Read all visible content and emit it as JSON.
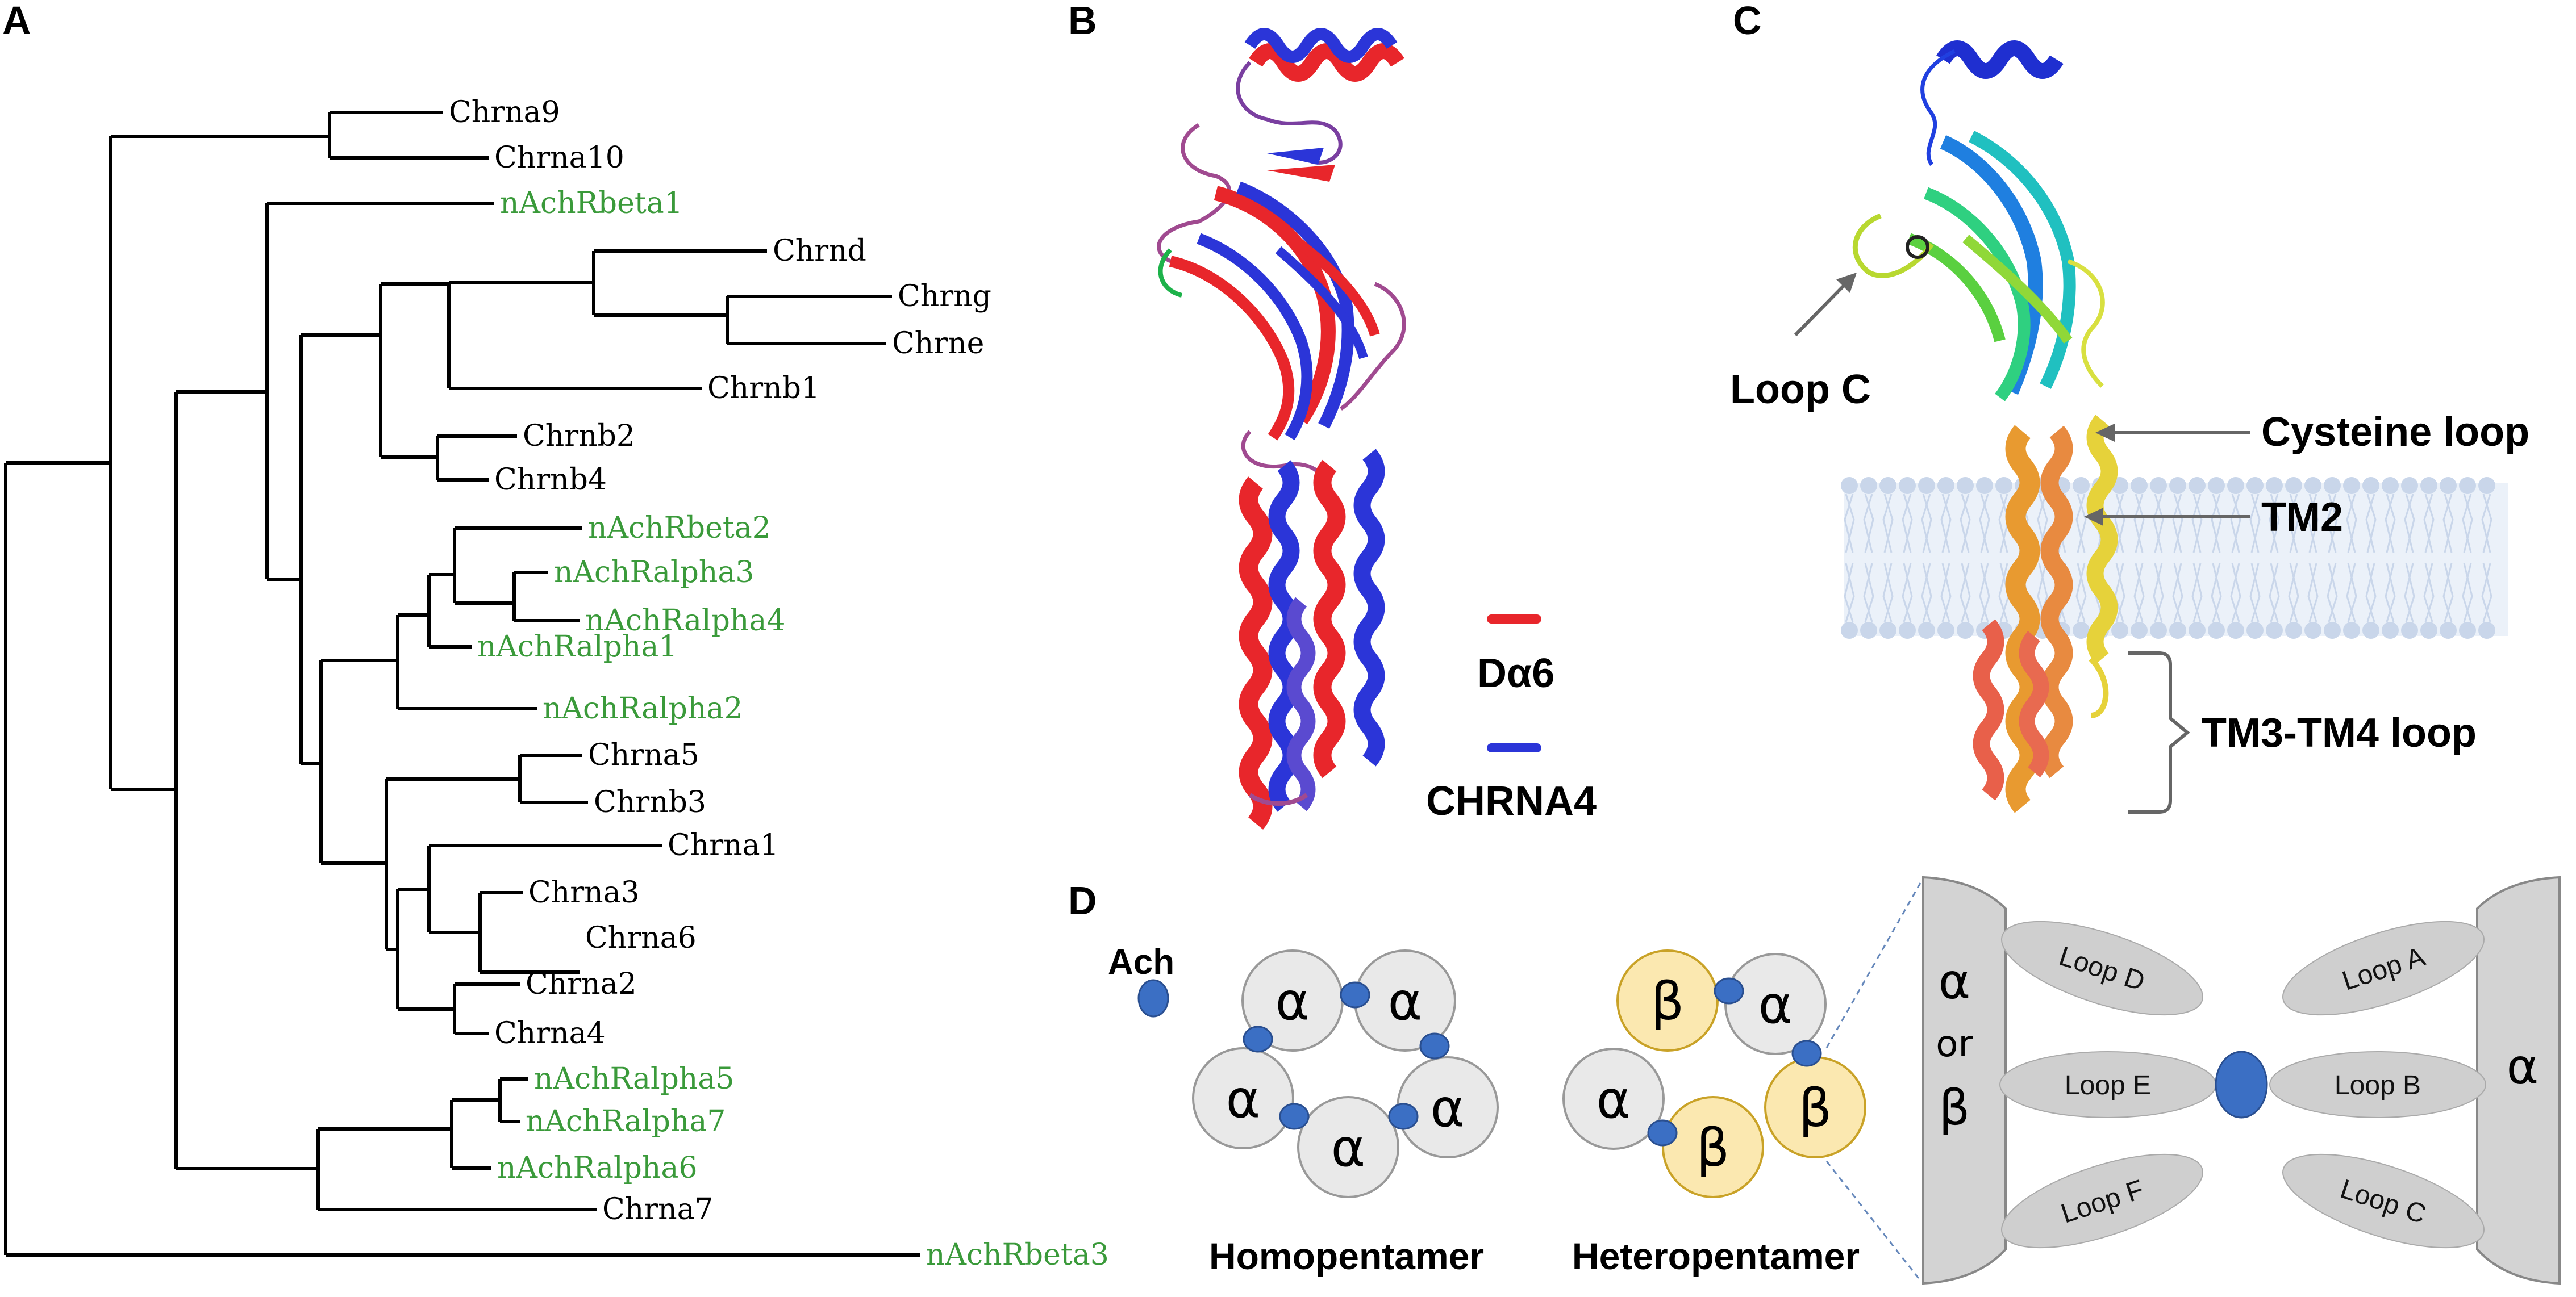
{
  "colors": {
    "branch": "#000000",
    "mammal_label": "#000000",
    "insect_label": "#3a9a3a",
    "d_alpha6": "#e8262b",
    "chrna4": "#2b35d8",
    "ach": "#3b6fc4",
    "alpha_fill": "#e9e9e9",
    "beta_fill": "#fbe8b0",
    "beta_stroke": "#c9a227",
    "loop_fill": "#cfcfcf",
    "membrane": "#c9d6ea"
  },
  "panels": {
    "a": "A",
    "b": "B",
    "c": "C",
    "d": "D"
  },
  "tree": {
    "leaves": [
      {
        "id": "chrna9",
        "label": "Chrna9",
        "group": "mammal"
      },
      {
        "id": "chrna10",
        "label": "Chrna10",
        "group": "mammal"
      },
      {
        "id": "nachrbeta1",
        "label": "nAchRbeta1",
        "group": "insect"
      },
      {
        "id": "chrnd",
        "label": "Chrnd",
        "group": "mammal"
      },
      {
        "id": "chrng",
        "label": "Chrng",
        "group": "mammal"
      },
      {
        "id": "chrne",
        "label": "Chrne",
        "group": "mammal"
      },
      {
        "id": "chrnb1",
        "label": "Chrnb1",
        "group": "mammal"
      },
      {
        "id": "chrnb2",
        "label": "Chrnb2",
        "group": "mammal"
      },
      {
        "id": "chrnb4",
        "label": "Chrnb4",
        "group": "mammal"
      },
      {
        "id": "nachrbeta2",
        "label": "nAchRbeta2",
        "group": "insect"
      },
      {
        "id": "nachralpha3",
        "label": "nAchRalpha3",
        "group": "insect"
      },
      {
        "id": "nachralpha4",
        "label": "nAchRalpha4",
        "group": "insect"
      },
      {
        "id": "nachralpha1",
        "label": "nAchRalpha1",
        "group": "insect"
      },
      {
        "id": "nachralpha2",
        "label": "nAchRalpha2",
        "group": "insect"
      },
      {
        "id": "chrna5",
        "label": "Chrna5",
        "group": "mammal"
      },
      {
        "id": "chrnb3",
        "label": "Chrnb3",
        "group": "mammal"
      },
      {
        "id": "chrna1",
        "label": "Chrna1",
        "group": "mammal"
      },
      {
        "id": "chrna3",
        "label": "Chrna3",
        "group": "mammal"
      },
      {
        "id": "chrna6",
        "label": "Chrna6",
        "group": "mammal"
      },
      {
        "id": "chrna2",
        "label": "Chrna2",
        "group": "mammal"
      },
      {
        "id": "chrna4",
        "label": "Chrna4",
        "group": "mammal"
      },
      {
        "id": "nachralpha5",
        "label": "nAchRalpha5",
        "group": "insect"
      },
      {
        "id": "nachralpha7",
        "label": "nAchRalpha7",
        "group": "insect"
      },
      {
        "id": "nachralpha6",
        "label": "nAchRalpha6",
        "group": "insect"
      },
      {
        "id": "chrna7",
        "label": "Chrna7",
        "group": "mammal"
      },
      {
        "id": "nachrbeta3",
        "label": "nAchRbeta3",
        "group": "insect"
      }
    ]
  },
  "structure_b": {
    "legend": [
      {
        "name": "dalpha6",
        "label": "Dα6"
      },
      {
        "name": "chrna4",
        "label": "CHRNA4"
      }
    ]
  },
  "structure_c": {
    "callouts": {
      "loop_c": "Loop C",
      "cysteine_loop": "Cysteine loop",
      "tm2": "TM2",
      "tm3_tm4_loop": "TM3-TM4 loop"
    }
  },
  "panel_d": {
    "ach_label": "Ach",
    "alpha": "α",
    "beta": "β",
    "or": "or",
    "homopentamer_label": "Homopentamer",
    "heteropentamer_label": "Heteropentamer",
    "loops_left": [
      "Loop D",
      "Loop E",
      "Loop F"
    ],
    "loops_right": [
      "Loop A",
      "Loop B",
      "Loop C"
    ]
  }
}
